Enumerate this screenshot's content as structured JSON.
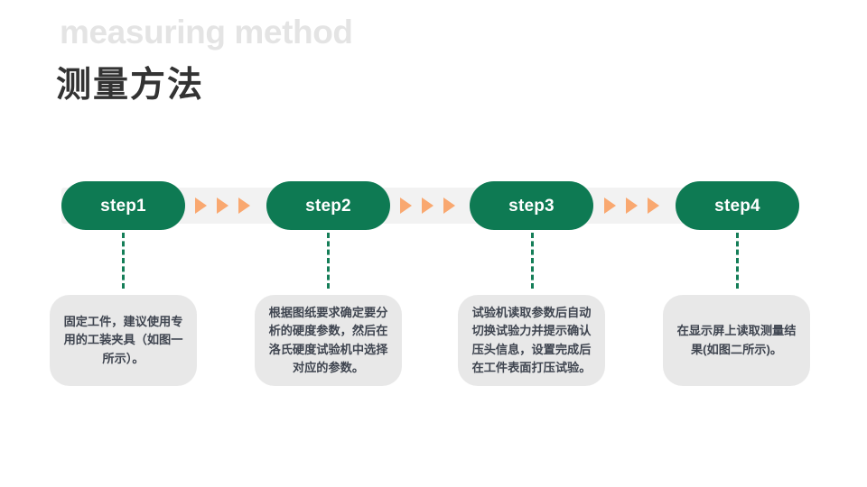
{
  "headings": {
    "english": "measuring method",
    "chinese": "测量方法"
  },
  "colors": {
    "page_background": "#ffffff",
    "heading_english": "#e4e4e4",
    "heading_chinese": "#333333",
    "step_pill": "#0e7a53",
    "step_label": "#ffffff",
    "track_bar": "#f2f2f2",
    "arrow": "#f9a870",
    "connector_dash": "#157e58",
    "desc_box": "#e8e8e8",
    "desc_text": "#3f4550"
  },
  "timeline": {
    "arrows_per_gap": 3,
    "steps": [
      {
        "label": "step1",
        "description": "固定工件，建议使用专用的工装夹具（如图一所示）。"
      },
      {
        "label": "step2",
        "description": "根据图纸要求确定要分析的硬度参数，然后在洛氏硬度试验机中选择对应的参数。"
      },
      {
        "label": "step3",
        "description": "试验机读取参数后自动切换试验力并提示确认压头信息，设置完成后在工件表面打压试验。"
      },
      {
        "label": "step4",
        "description": "在显示屏上读取测量结果(如图二所示)。"
      }
    ]
  }
}
